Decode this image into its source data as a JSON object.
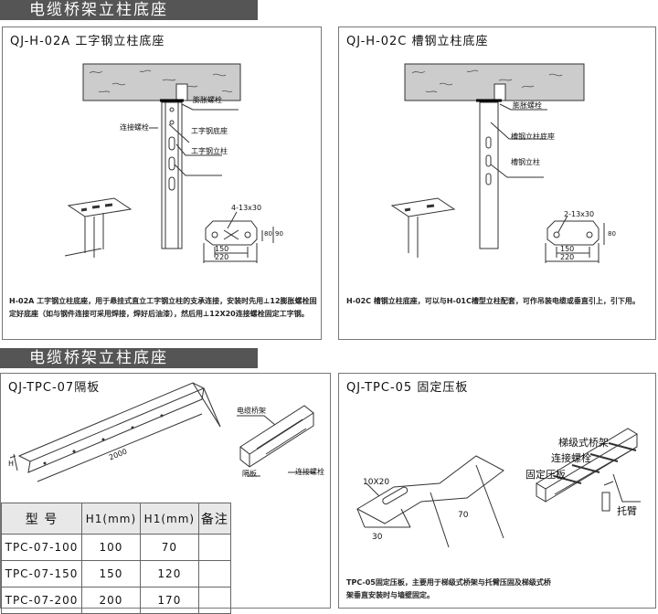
{
  "sections": [
    "电缆桥架立柱底座",
    "电缆桥架立柱底座"
  ],
  "panel_a": {
    "title": "QJ-H-02A 工字钢立柱底座",
    "labels": [
      "膨胀螺栓",
      "连接螺栓",
      "工字钢底座",
      "工字钢立柱"
    ],
    "dims": [
      "4-13x30",
      "150",
      "220",
      "80",
      "90"
    ],
    "desc": "H-02A 工字钢立柱底座，用于悬挂式直立工字钢立柱的支承连接，安装时先用⊥12膨胀螺栓固定好底座（如与钢件连接可采用焊接，焊好后油漆），然后用⊥12X20连接螺栓固定工字钢。"
  },
  "panel_b": {
    "title": "QJ-H-02C 槽钢立柱底座",
    "labels": [
      "膨胀螺栓",
      "槽钢立柱底座",
      "槽钢立柱"
    ],
    "dims": [
      "2-13x30",
      "150",
      "220",
      "80"
    ],
    "desc": "H-02C 槽钢立柱底座，可以与H-01C槽型立柱配套，可作吊装电缆或垂直引上，引下用。"
  },
  "panel_c": {
    "title": "QJ-TPC-07隔板",
    "labels": [
      "电缆桥架",
      "隔板",
      "连接螺栓"
    ],
    "dims": [
      "2000",
      "H"
    ],
    "table": {
      "headers": [
        "型 号",
        "H1(mm)",
        "H1(mm)",
        "备注"
      ],
      "rows": [
        [
          "TPC-07-100",
          "100",
          "70",
          ""
        ],
        [
          "TPC-07-150",
          "150",
          "120",
          ""
        ],
        [
          "TPC-07-200",
          "200",
          "170",
          ""
        ]
      ]
    }
  },
  "panel_d": {
    "title": "QJ-TPC-05 固定压板",
    "labels": [
      "梯级式桥架",
      "连接螺栓",
      "固定压板",
      "托臂"
    ],
    "dims": [
      "10X20",
      "30",
      "70"
    ],
    "desc": "TPC-05固定压板，主要用于梯级式桥架与托臂压固及梯级式桥架垂直安装时与墙壁固定。"
  }
}
